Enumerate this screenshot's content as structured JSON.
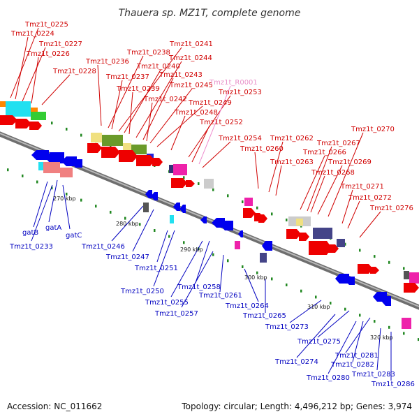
{
  "title": "Thauera sp. MZ1T, complete genome",
  "footer": {
    "accession": "Accession: NC_011662",
    "summary": "Topology: circular; Length: 4,496,212 bp; Genes: 3,974"
  },
  "colors": {
    "forward": "#e00000",
    "reverse": "#0000d0",
    "rna": "#ee88cc",
    "backbone": "#909090",
    "ticks": "#228822"
  },
  "scale_marks": [
    "270 kbp",
    "280 kbp",
    "290 kbp",
    "300 kbp",
    "310 kbp",
    "320 kbp"
  ],
  "forward_labels": [
    "Tmz1t_0225",
    "Tmz1t_0224",
    "Tmz1t_0227",
    "Tmz1t_0226",
    "Tmz1t_0228",
    "Tmz1t_0236",
    "Tmz1t_0238",
    "Tmz1t_0241",
    "Tmz1t_0237",
    "Tmz1t_0240",
    "Tmz1t_0244",
    "Tmz1t_0239",
    "Tmz1t_0243",
    "Tmz1t_0245",
    "Tmz1t_0242",
    "Tmz1t_0249",
    "Tmz1t_0253",
    "Tmz1t_0248",
    "Tmz1t_0252",
    "Tmz1t_0254",
    "Tmz1t_0260",
    "Tmz1t_0262",
    "Tmz1t_0263",
    "Tmz1t_0266",
    "Tmz1t_0267",
    "Tmz1t_0269",
    "Tmz1t_0268",
    "Tmz1t_0270",
    "Tmz1t_0271",
    "Tmz1t_0272",
    "Tmz1t_0276"
  ],
  "rna_labels": [
    "Tmz1t_R0001"
  ],
  "reverse_labels": [
    "gatB",
    "gatA",
    "gatC",
    "Tmz1t_0233",
    "Tmz1t_0246",
    "Tmz1t_0247",
    "Tmz1t_0251",
    "Tmz1t_0250",
    "Tmz1t_0258",
    "Tmz1t_0255",
    "Tmz1t_0261",
    "Tmz1t_0257",
    "Tmz1t_0264",
    "Tmz1t_0265",
    "Tmz1t_0273",
    "Tmz1t_0275",
    "Tmz1t_0274",
    "Tmz1t_0281",
    "Tmz1t_0282",
    "Tmz1t_0280",
    "Tmz1t_0283",
    "Tmz1t_0286"
  ]
}
